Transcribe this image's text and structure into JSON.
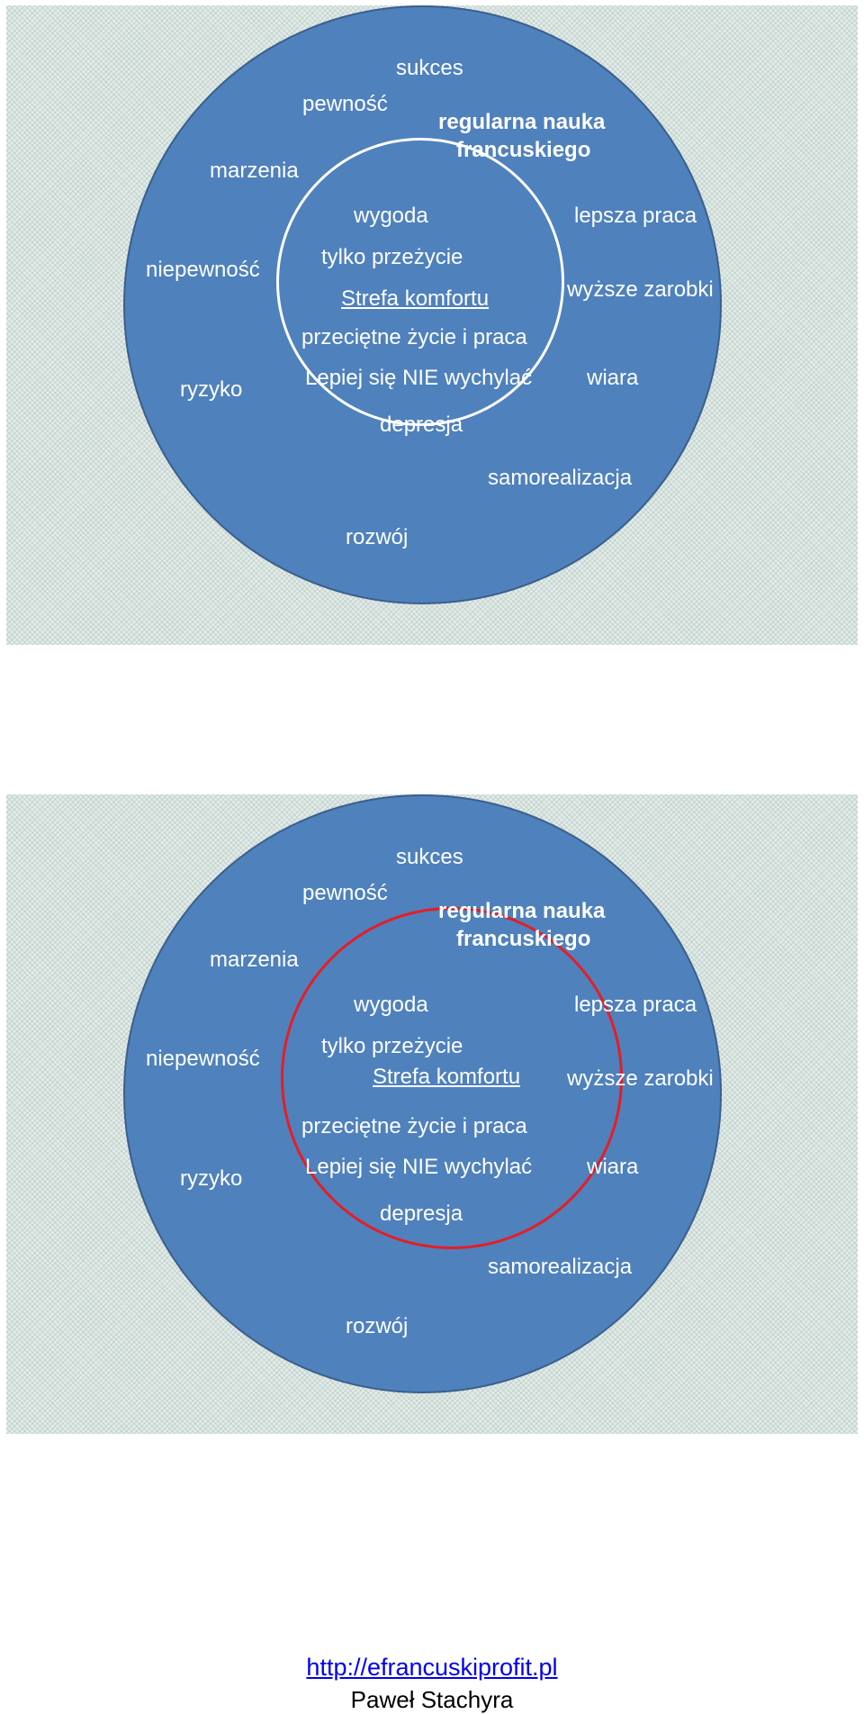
{
  "diagram_1": {
    "outer_words": {
      "sukces": "sukces",
      "pewnosc": "pewność",
      "marzenia": "marzenia",
      "niepewnosc": "niepewność",
      "ryzyko": "ryzyko",
      "lepsza_praca": "lepsza praca",
      "wyzsze_zarobki": "wyższe zarobki",
      "wiara": "wiara",
      "samorealizacja": "samorealizacja",
      "rozwoj": "rozwój"
    },
    "highlight": [
      "regularna nauka",
      "francuskiego"
    ],
    "inner_words": {
      "wygoda": "wygoda",
      "tylko_przezycie": "tylko przeżycie",
      "strefa_komfortu": "Strefa komfortu",
      "przecietne_zycie": "przeciętne życie i praca",
      "lepiej_sie": "Lepiej się NIE wychylać",
      "depresja": "depresja"
    }
  },
  "diagram_2": {
    "outer_words": {
      "sukces": "sukces",
      "pewnosc": "pewność",
      "marzenia": "marzenia",
      "niepewnosc": "niepewność",
      "ryzyko": "ryzyko",
      "lepsza_praca": "lepsza praca",
      "wyzsze_zarobki": "wyższe zarobki",
      "wiara": "wiara",
      "samorealizacja": "samorealizacja",
      "rozwoj": "rozwój"
    },
    "highlight": [
      "regularna nauka",
      "francuskiego"
    ],
    "inner_words": {
      "wygoda": "wygoda",
      "tylko_przezycie": "tylko przeżycie",
      "strefa_komfortu": "Strefa komfortu",
      "przecietne_zycie": "przeciętne życie i praca",
      "lepiej_sie": "Lepiej się NIE wychylać",
      "depresja": "depresja"
    }
  },
  "colors": {
    "outer_circle": "#4f81bd",
    "inner_circle_1": "#ffffff",
    "inner_circle_2": "#e41e26"
  },
  "footer": {
    "link": "http://efrancuskiprofit.pl",
    "author": "Paweł Stachyra"
  }
}
